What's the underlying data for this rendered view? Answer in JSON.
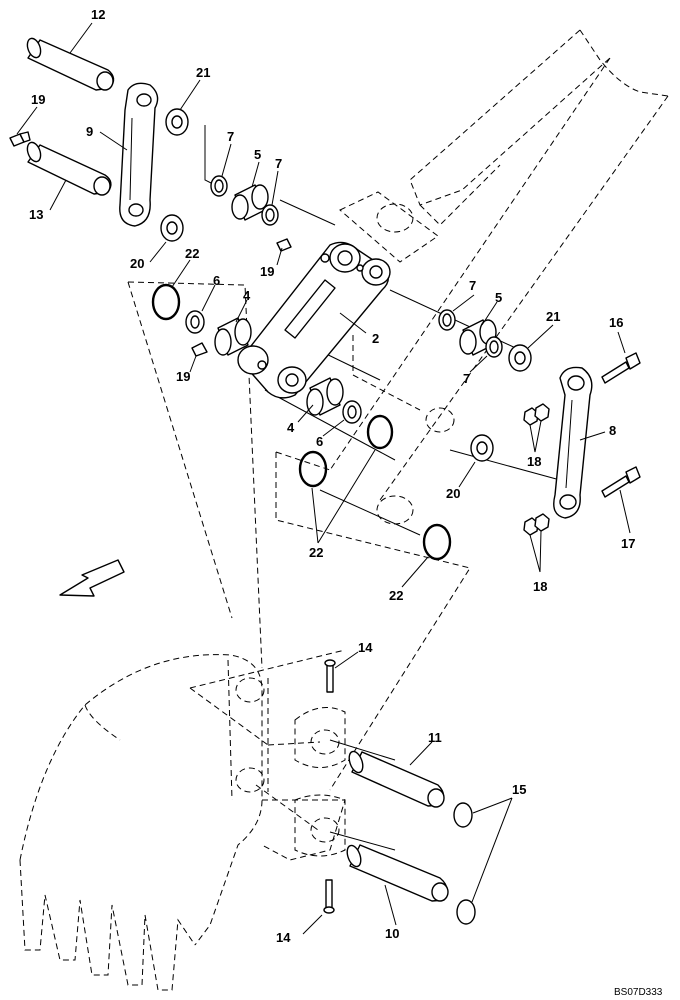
{
  "callouts": [
    {
      "id": "c12a",
      "text": "12"
    },
    {
      "id": "c21a",
      "text": "21"
    },
    {
      "id": "c19a",
      "text": "19"
    },
    {
      "id": "c9",
      "text": "9"
    },
    {
      "id": "c7a",
      "text": "7"
    },
    {
      "id": "c5a",
      "text": "5"
    },
    {
      "id": "c7b",
      "text": "7"
    },
    {
      "id": "c13",
      "text": "13"
    },
    {
      "id": "c20a",
      "text": "20"
    },
    {
      "id": "c22a",
      "text": "22"
    },
    {
      "id": "c19b",
      "text": "19"
    },
    {
      "id": "c6a",
      "text": "6"
    },
    {
      "id": "c4a",
      "text": "4"
    },
    {
      "id": "c2",
      "text": "2"
    },
    {
      "id": "c19c",
      "text": "19"
    },
    {
      "id": "c4b",
      "text": "4"
    },
    {
      "id": "c6b",
      "text": "6"
    },
    {
      "id": "c22b",
      "text": "22"
    },
    {
      "id": "c7c",
      "text": "7"
    },
    {
      "id": "c5b",
      "text": "5"
    },
    {
      "id": "c7d",
      "text": "7"
    },
    {
      "id": "c21b",
      "text": "21"
    },
    {
      "id": "c16",
      "text": "16"
    },
    {
      "id": "c8",
      "text": "8"
    },
    {
      "id": "c18a",
      "text": "18"
    },
    {
      "id": "c20b",
      "text": "20"
    },
    {
      "id": "c17",
      "text": "17"
    },
    {
      "id": "c18b",
      "text": "18"
    },
    {
      "id": "c22c",
      "text": "22"
    },
    {
      "id": "c14a",
      "text": "14"
    },
    {
      "id": "c11",
      "text": "11"
    },
    {
      "id": "c15",
      "text": "15"
    },
    {
      "id": "c10",
      "text": "10"
    },
    {
      "id": "c14b",
      "text": "14"
    }
  ],
  "drawing_code": "BS07D333",
  "icons": {
    "direction_arrow": "front-direction-arrow-icon"
  }
}
